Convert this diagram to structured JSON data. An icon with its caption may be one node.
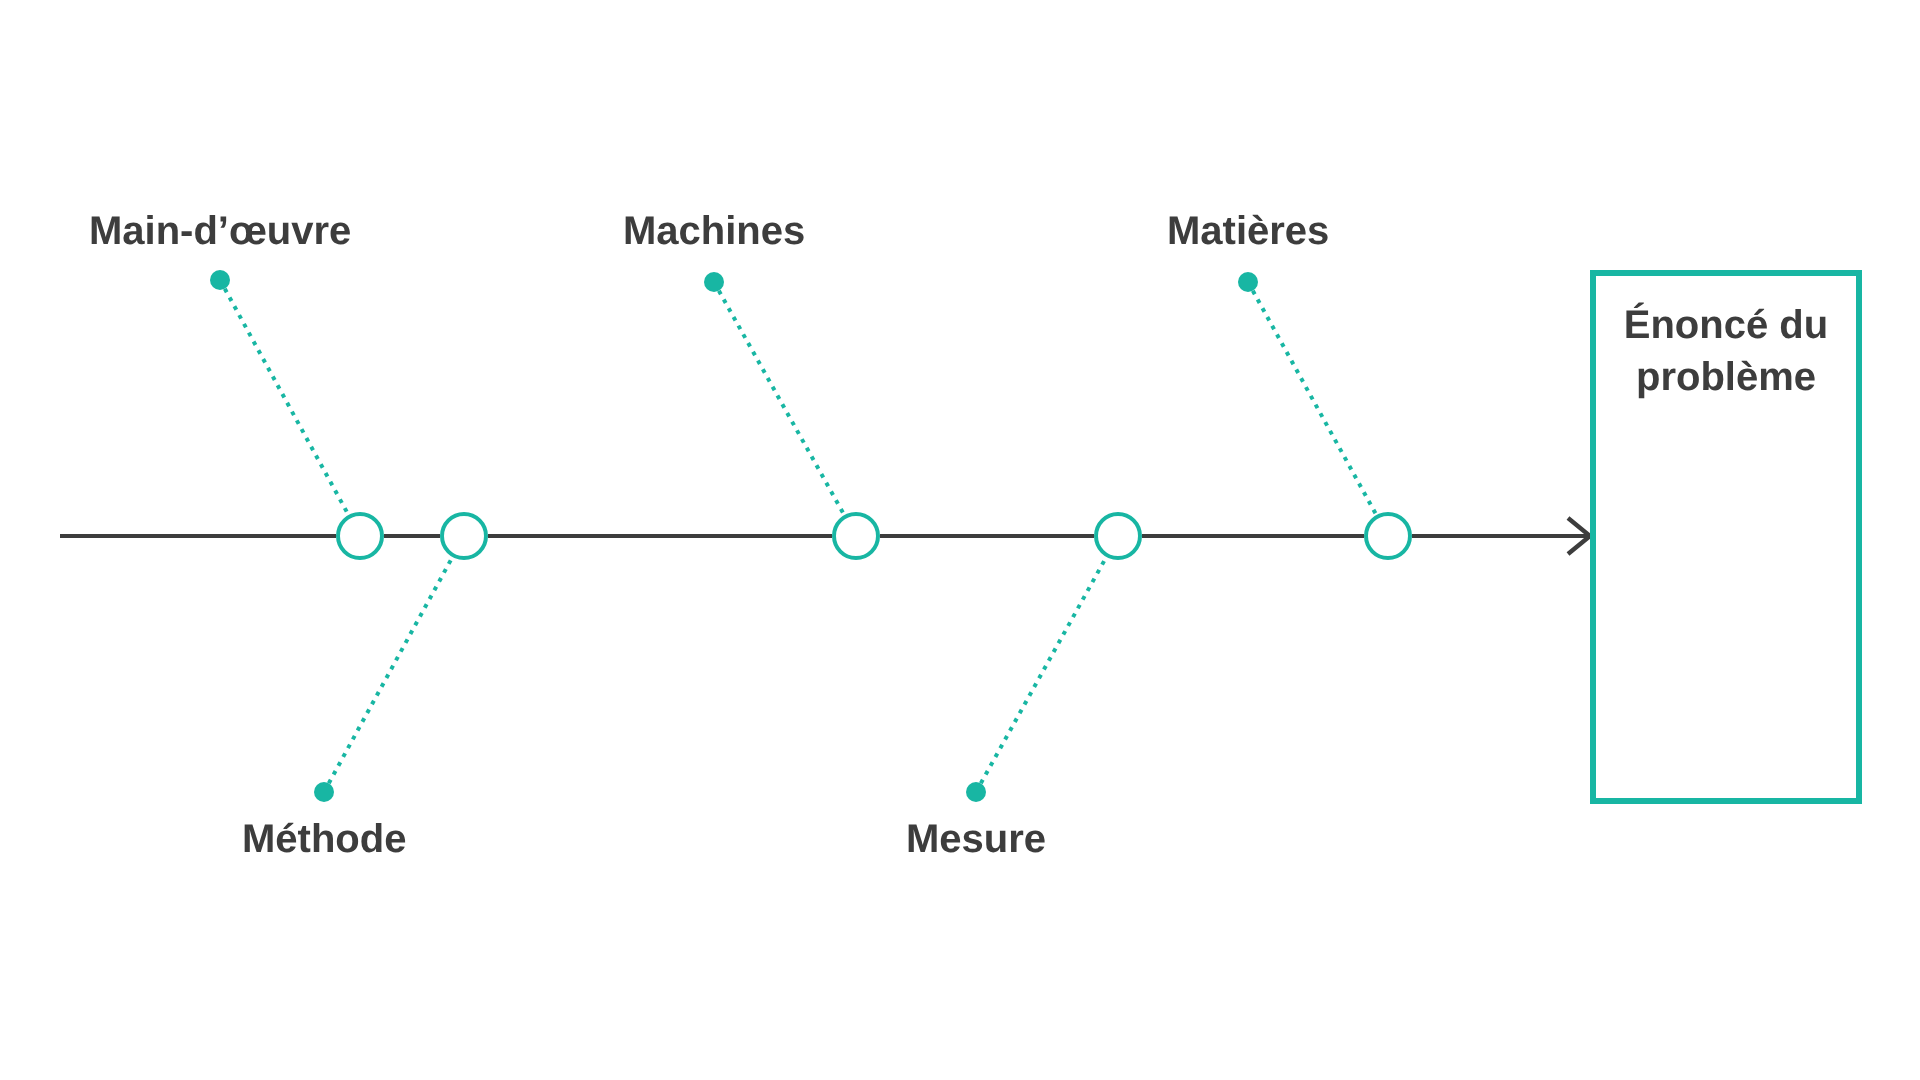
{
  "diagram": {
    "nodes": [
      {
        "text": [
          "Main-d’œuvre"
        ]
      },
      {
        "text": [
          "Machines"
        ]
      },
      {
        "text": [
          "Matières"
        ]
      },
      {
        "text": [
          "Énoncé du problème"
        ]
      },
      {
        "text": [],
        "shape": "circle"
      },
      {
        "text": [],
        "shape": "circle"
      },
      {
        "text": [],
        "shape": "circle"
      },
      {
        "text": [],
        "shape": "circle"
      },
      {
        "text": [],
        "shape": "circle"
      },
      {
        "text": [
          "Méthode"
        ]
      },
      {
        "text": [
          "Mesure"
        ]
      }
    ],
    "edges": [
      {
        "from": null,
        "to": 4,
        "arrow": "none"
      },
      {
        "from": 4,
        "to": 5,
        "arrow": "none"
      },
      {
        "from": 5,
        "to": 6,
        "arrow": "none"
      },
      {
        "from": 6,
        "to": 7,
        "arrow": "none"
      },
      {
        "from": 7,
        "to": 8,
        "arrow": "none"
      },
      {
        "from": 8,
        "to": 3,
        "arrow": "to"
      },
      {
        "from": 0,
        "to": 4,
        "arrow": "other",
        "style": "dashed",
        "color": "#18b6a3"
      },
      {
        "from": 1,
        "to": 6,
        "arrow": "other",
        "style": "dashed",
        "color": "#18b6a3"
      },
      {
        "from": 2,
        "to": 8,
        "arrow": "other",
        "style": "dashed",
        "color": "#18b6a3"
      },
      {
        "from": 9,
        "to": 5,
        "arrow": "other",
        "style": "dashed",
        "color": "#18b6a3"
      },
      {
        "from": 10,
        "to": 7,
        "arrow": "other",
        "style": "dashed",
        "color": "#18b6a3"
      }
    ]
  }
}
